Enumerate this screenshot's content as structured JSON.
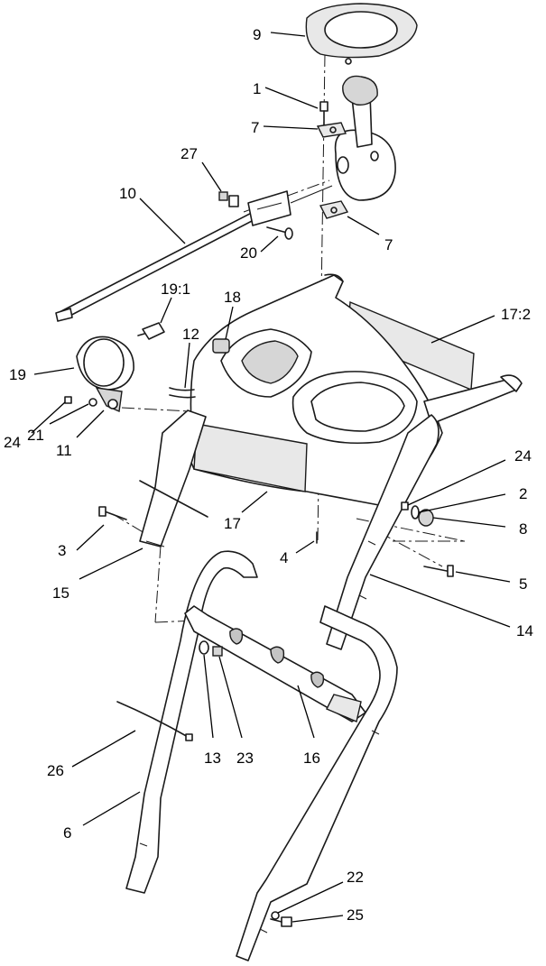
{
  "callouts": [
    {
      "id": "c9",
      "text": "9"
    },
    {
      "id": "c1",
      "text": "1"
    },
    {
      "id": "c7a",
      "text": "7"
    },
    {
      "id": "c27",
      "text": "27"
    },
    {
      "id": "c10",
      "text": "10"
    },
    {
      "id": "c7b",
      "text": "7"
    },
    {
      "id": "c20",
      "text": "20"
    },
    {
      "id": "c19_1",
      "text": "19:1"
    },
    {
      "id": "c18",
      "text": "18"
    },
    {
      "id": "c17_2",
      "text": "17:2"
    },
    {
      "id": "c12",
      "text": "12"
    },
    {
      "id": "c19",
      "text": "19"
    },
    {
      "id": "c24a",
      "text": "24"
    },
    {
      "id": "c21",
      "text": "21"
    },
    {
      "id": "c11",
      "text": "11"
    },
    {
      "id": "c24b",
      "text": "24"
    },
    {
      "id": "c2",
      "text": "2"
    },
    {
      "id": "c8",
      "text": "8"
    },
    {
      "id": "c17",
      "text": "17"
    },
    {
      "id": "c3",
      "text": "3"
    },
    {
      "id": "c4",
      "text": "4"
    },
    {
      "id": "c5",
      "text": "5"
    },
    {
      "id": "c15",
      "text": "15"
    },
    {
      "id": "c14",
      "text": "14"
    },
    {
      "id": "c13",
      "text": "13"
    },
    {
      "id": "c23",
      "text": "23"
    },
    {
      "id": "c16",
      "text": "16"
    },
    {
      "id": "c26",
      "text": "26"
    },
    {
      "id": "c6",
      "text": "6"
    },
    {
      "id": "c22",
      "text": "22"
    },
    {
      "id": "c25",
      "text": "25"
    }
  ]
}
